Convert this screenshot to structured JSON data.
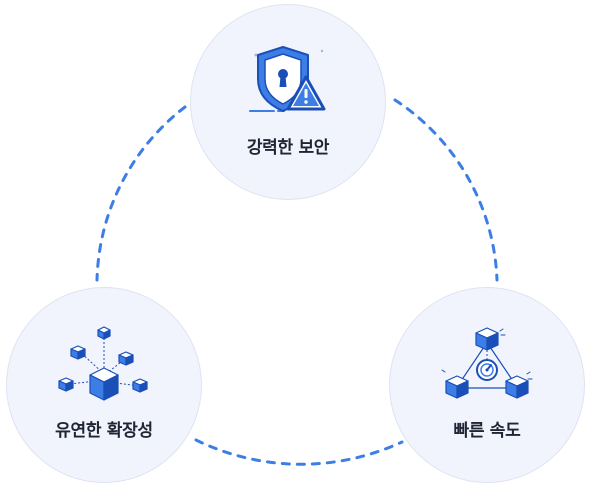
{
  "diagram": {
    "nodes": [
      {
        "id": "security",
        "label": "강력한 보안",
        "icon": "shield-warning-icon"
      },
      {
        "id": "scalability",
        "label": "유연한 확장성",
        "icon": "scaling-cubes-icon"
      },
      {
        "id": "speed",
        "label": "빠른 속도",
        "icon": "speed-cubes-icon"
      }
    ],
    "colors": {
      "accent": "#3d7ee6",
      "accent_dark": "#1b4fb8",
      "node_fill": "#f1f4fc",
      "node_border": "#dde3f1",
      "label_text": "#1f2533"
    }
  }
}
